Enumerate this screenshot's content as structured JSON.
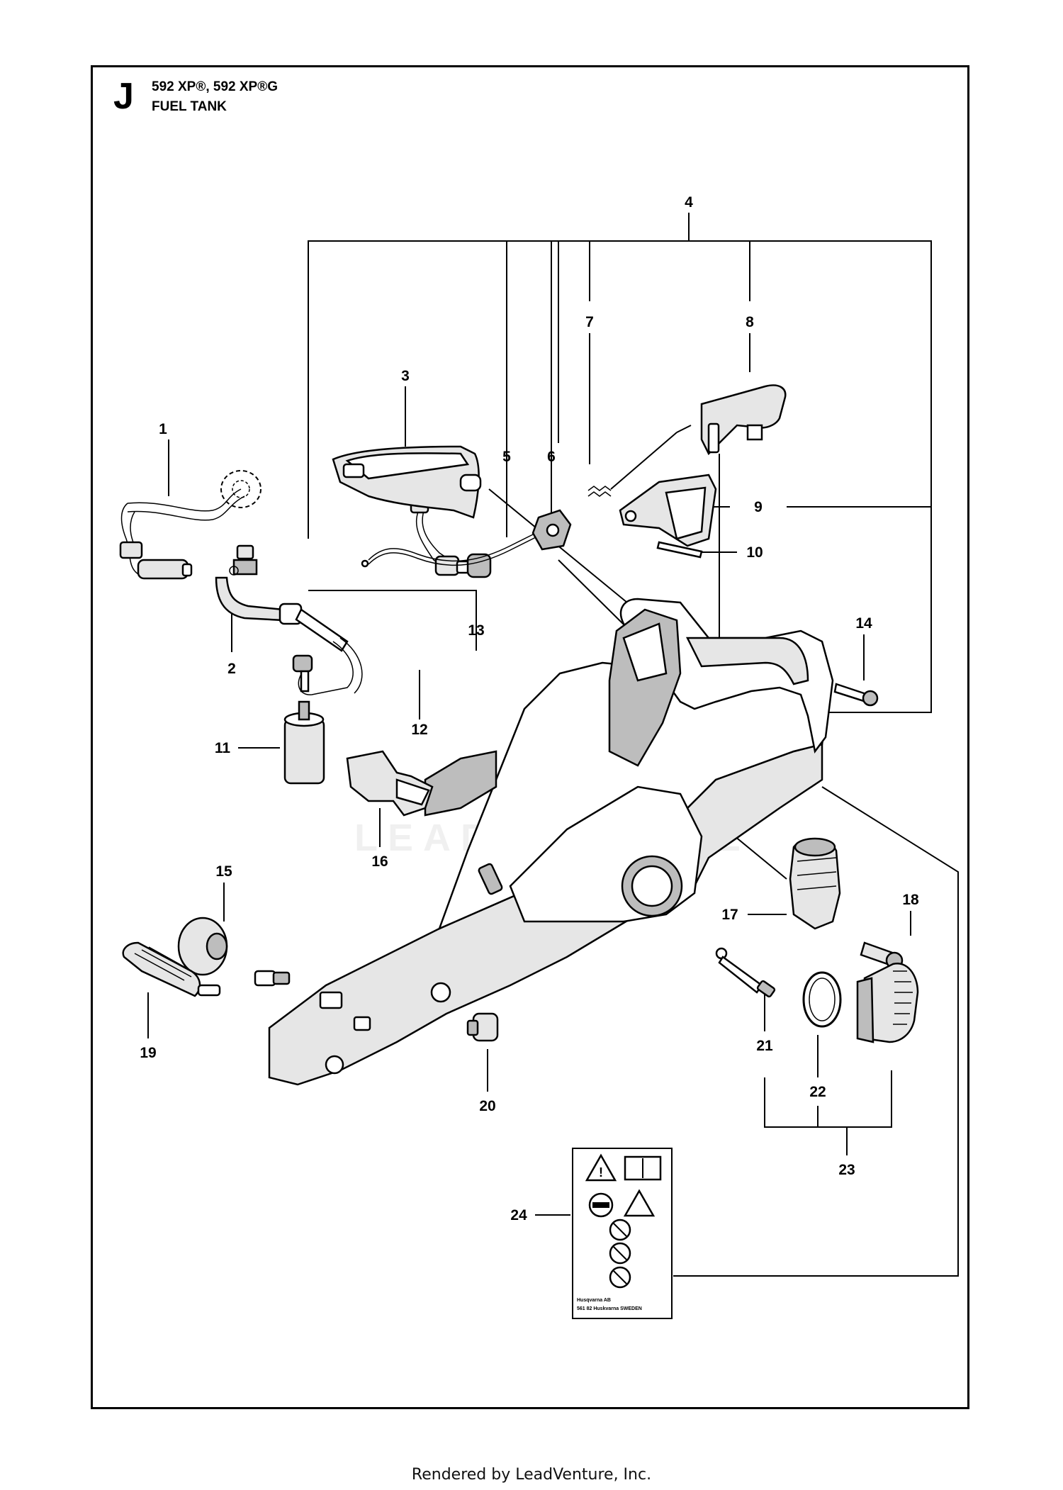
{
  "header": {
    "section_letter": "J",
    "model": "592 XP®, 592 XP®G",
    "title": "FUEL TANK"
  },
  "callouts": [
    "1",
    "2",
    "3",
    "4",
    "5",
    "6",
    "7",
    "8",
    "9",
    "10",
    "11",
    "12",
    "13",
    "14",
    "15",
    "16",
    "17",
    "18",
    "19",
    "20",
    "21",
    "22",
    "23",
    "24"
  ],
  "decal": {
    "line1": "Husqvarna AB",
    "line2": "561 82 Huskvarna SWEDEN"
  },
  "watermark": "LEADVENTURE",
  "footer": "Rendered by LeadVenture, Inc."
}
